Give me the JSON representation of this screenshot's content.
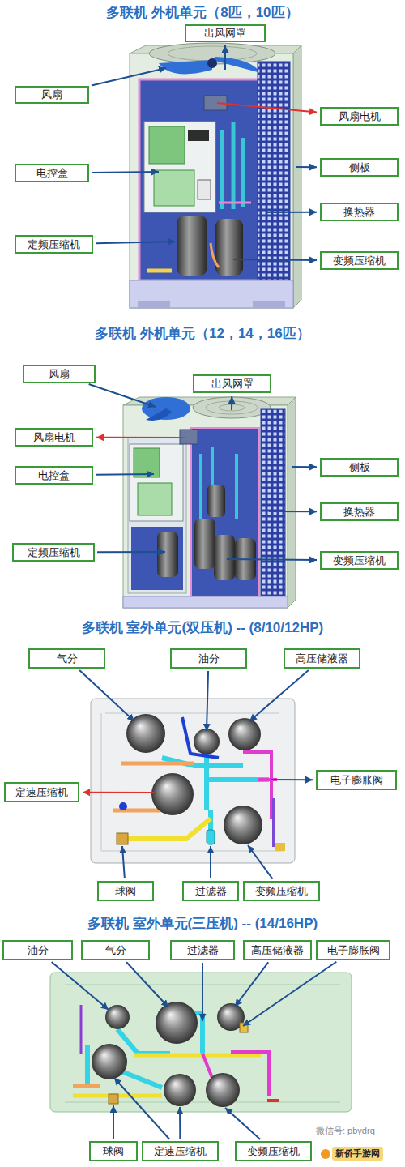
{
  "diagram": {
    "nodes": [
      {
        "text": [
          "出风网罩"
        ]
      },
      {
        "text": [
          "风扇"
        ]
      },
      {
        "text": [
          "风扇电机"
        ]
      },
      {
        "text": [
          "电控盒"
        ]
      },
      {
        "text": [
          "侧板"
        ]
      },
      {
        "text": [
          "换热器"
        ]
      },
      {
        "text": [
          "定频压缩机"
        ]
      },
      {
        "text": [
          "变频压缩机"
        ]
      },
      {
        "text": [
          "风扇"
        ]
      },
      {
        "text": [
          "出风网罩"
        ]
      },
      {
        "text": [
          "风扇电机"
        ]
      },
      {
        "text": [
          "电控盒"
        ]
      },
      {
        "text": [
          "侧板"
        ]
      },
      {
        "text": [
          "换热器"
        ]
      },
      {
        "text": [
          "定频压缩机"
        ]
      },
      {
        "text": [
          "变频压缩机"
        ]
      },
      {
        "text": [
          "气分"
        ]
      },
      {
        "text": [
          "油分"
        ]
      },
      {
        "text": [
          "高压储液器"
        ]
      },
      {
        "text": [
          "电子膨胀阀"
        ]
      },
      {
        "text": [
          "定速压缩机"
        ]
      },
      {
        "text": [
          "球阀"
        ]
      },
      {
        "text": [
          "过滤器"
        ]
      },
      {
        "text": [
          "变频压缩机"
        ]
      },
      {
        "text": [
          "油分"
        ]
      },
      {
        "text": [
          "气分"
        ]
      },
      {
        "text": [
          "过滤器"
        ]
      },
      {
        "text": [
          "高压储液器"
        ]
      },
      {
        "text": [
          "电子膨胀阀"
        ]
      },
      {
        "text": [
          "球阀"
        ]
      },
      {
        "text": [
          "定速压缩机"
        ]
      },
      {
        "text": [
          "变频压缩机"
        ]
      }
    ],
    "labels": [
      "多联机 外机单元（8匹，10匹）",
      "多联机 外机单元（12，14，16匹）",
      "多联机 室外单元(双压机) -- (8/10/12HP)",
      "多联机 室外单元(三压机) -- (14/16HP)",
      "微信号: pbydrq",
      "新侨手游网"
    ]
  }
}
